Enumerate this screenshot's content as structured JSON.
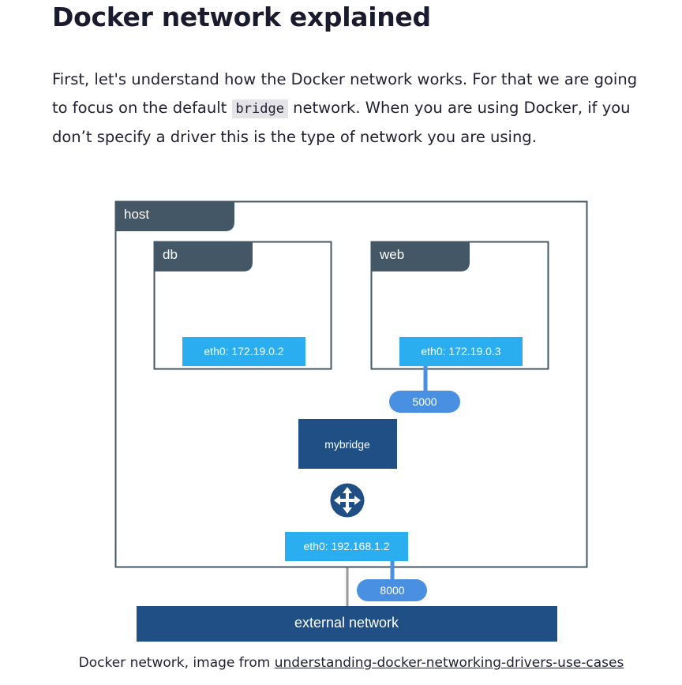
{
  "article": {
    "title": "Docker network explained",
    "intro_before": "First, let's understand how the Docker network works. For that we are going to focus on the default ",
    "intro_code": "bridge",
    "intro_after": " network. When you are using Docker, if you don’t specify a driver this is the type of network you are using."
  },
  "diagram": {
    "host_label": "host",
    "db_label": "db",
    "web_label": "web",
    "db_eth": "eth0: 172.19.0.2",
    "web_eth": "eth0: 172.19.0.3",
    "web_port": "5000",
    "bridge_label": "mybridge",
    "host_eth": "eth0: 192.168.1.2",
    "host_port": "8000",
    "external_label": "external network",
    "router_icon": "router-icon",
    "colors": {
      "dark_slate": "#435766",
      "navy": "#1f4f85",
      "cyan": "#2aaef0",
      "port_blue": "#4a90e2",
      "line_gray": "#999999"
    }
  },
  "caption": {
    "text": "Docker network, image from ",
    "link": "understanding-docker-networking-drivers-use-cases"
  }
}
